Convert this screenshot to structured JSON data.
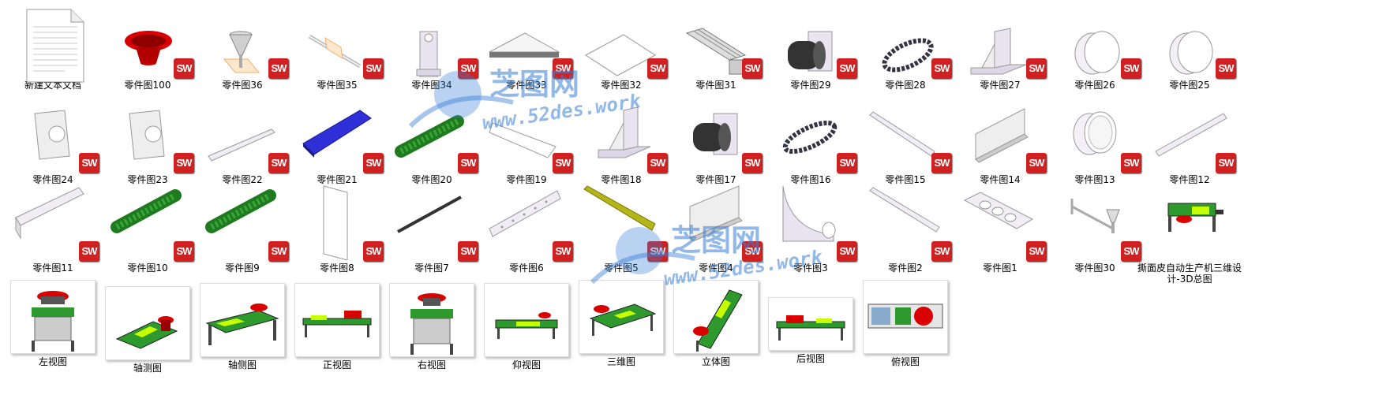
{
  "rows": [
    [
      "新建文本文档",
      "零件图100",
      "零件图36",
      "零件图35",
      "零件图34",
      "零件图33",
      "零件图32",
      "零件图31",
      "零件图29",
      "零件图28",
      "零件图27",
      "零件图26",
      "零件图25"
    ],
    [
      "零件图24",
      "零件图23",
      "零件图22",
      "零件图21",
      "零件图20",
      "零件图19",
      "零件图18",
      "零件图17",
      "零件图16",
      "零件图15",
      "零件图14",
      "零件图13",
      "零件图12"
    ],
    [
      "零件图11",
      "零件图10",
      "零件图9",
      "零件图8",
      "零件图7",
      "零件图6",
      "零件图5",
      "零件图4",
      "零件图3",
      "零件图2",
      "零件图1",
      "零件图30",
      "撕面皮自动生产机三维设计-3D总图"
    ]
  ],
  "views": [
    "左视图",
    "轴测图",
    "轴侧图",
    "正视图",
    "右视图",
    "仰视图",
    "三维图",
    "立体图",
    "后视图",
    "俯视图"
  ],
  "badge": "SW",
  "watermark": {
    "title": "芝图网",
    "url": "www.52des.work"
  },
  "colors": {
    "badge": "#d21f1f",
    "watermark": "#3a7fd6",
    "accent_red": "#d90000",
    "accent_green": "#2e9a2e"
  }
}
